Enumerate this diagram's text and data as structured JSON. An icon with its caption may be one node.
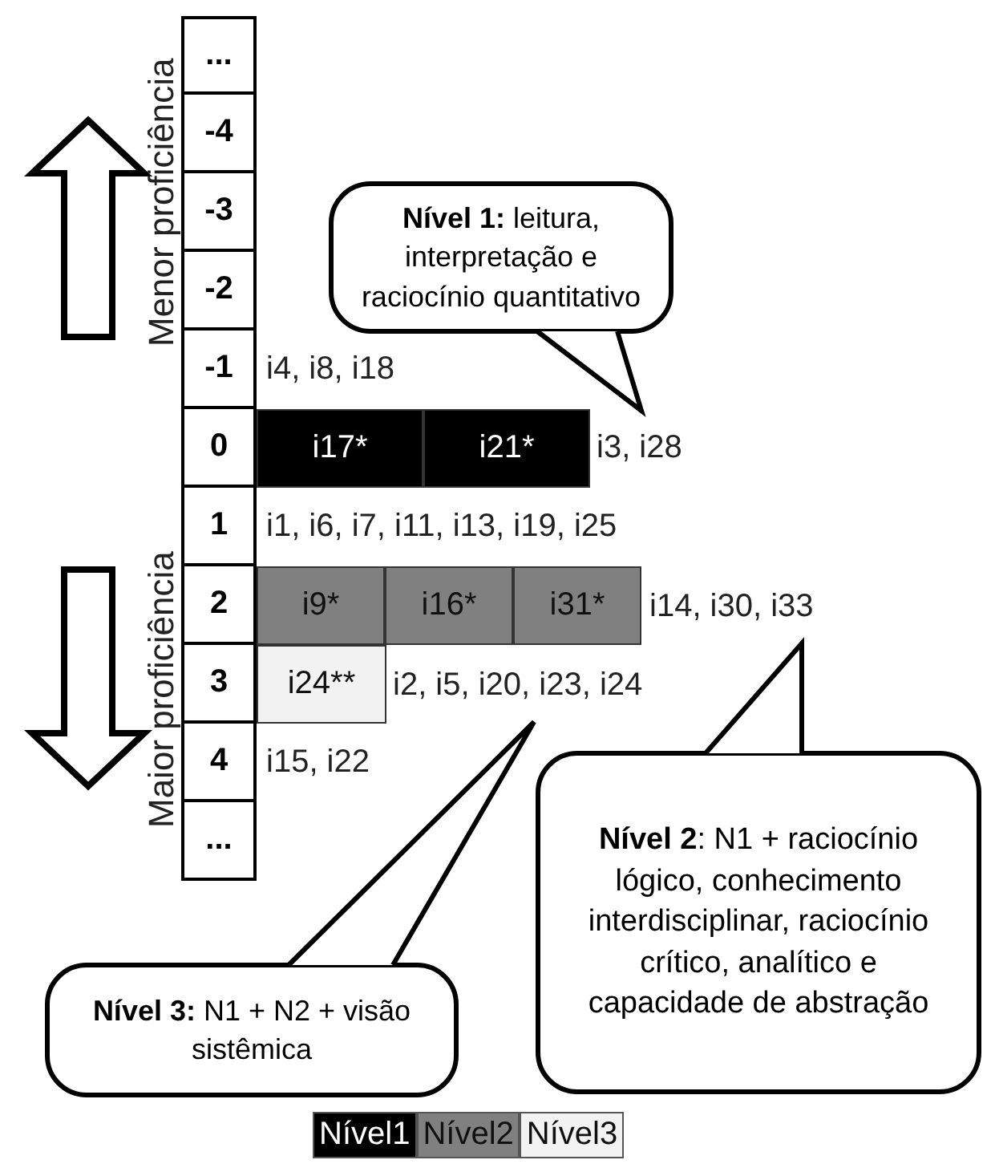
{
  "diagram": {
    "nodes": [
      {
        "text": [
          "**Nível 1:** leitura, interpretação e raciocínio quantitativo"
        ]
      },
      {
        "text": [
          "i3, i28"
        ]
      },
      {
        "text": [
          "i14, i30, i33"
        ]
      },
      {
        "text": [
          "**Nível 2**: N1 + raciocínio lógico, conhecimento interdisciplinar, raciocínio crítico, analítico e capacidade de abstração"
        ]
      },
      {
        "text": [
          "i2, i5, i20, i23, i24"
        ]
      },
      {
        "text": [
          "**Nível 3:** N1 + N2 + visão sistêmica"
        ]
      }
    ],
    "edges": [
      {
        "from": 0,
        "to": 1,
        "arrow": "none"
      },
      {
        "from": 3,
        "to": 2,
        "arrow": "none"
      },
      {
        "from": 5,
        "to": 4,
        "arrow": "none"
      }
    ],
    "labels": [
      "Menor proficiência",
      "...",
      "-4",
      "-3",
      "-2",
      "-1",
      "i4, i8, i18",
      "0",
      "i17*",
      "i21*",
      "Maior proficiência",
      "1",
      "i1, i6, i7, i11, i13, i19, i25",
      "2",
      "i9*",
      "i16*",
      "i31*",
      "3",
      "i24**",
      "4",
      "i15, i22",
      "..."
    ],
    "legend": [
      {
        "text": "Nível1",
        "color": "#000000"
      },
      {
        "text": "Nível2",
        "color": "#808080"
      },
      {
        "text": "Nível3",
        "color": "#f2f2f2"
      }
    ]
  }
}
